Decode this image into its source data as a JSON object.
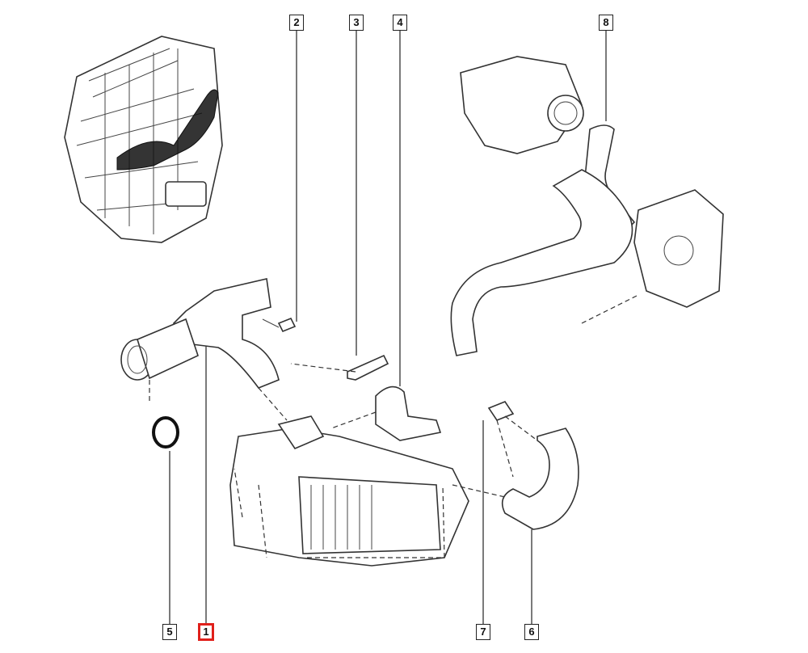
{
  "diagram": {
    "callouts": [
      {
        "number": "1",
        "highlighted": true
      },
      {
        "number": "2",
        "highlighted": false
      },
      {
        "number": "3",
        "highlighted": false
      },
      {
        "number": "4",
        "highlighted": false
      },
      {
        "number": "5",
        "highlighted": false
      },
      {
        "number": "6",
        "highlighted": false
      },
      {
        "number": "7",
        "highlighted": false
      },
      {
        "number": "8",
        "highlighted": false
      }
    ],
    "highlight_color": "#e0201b"
  }
}
